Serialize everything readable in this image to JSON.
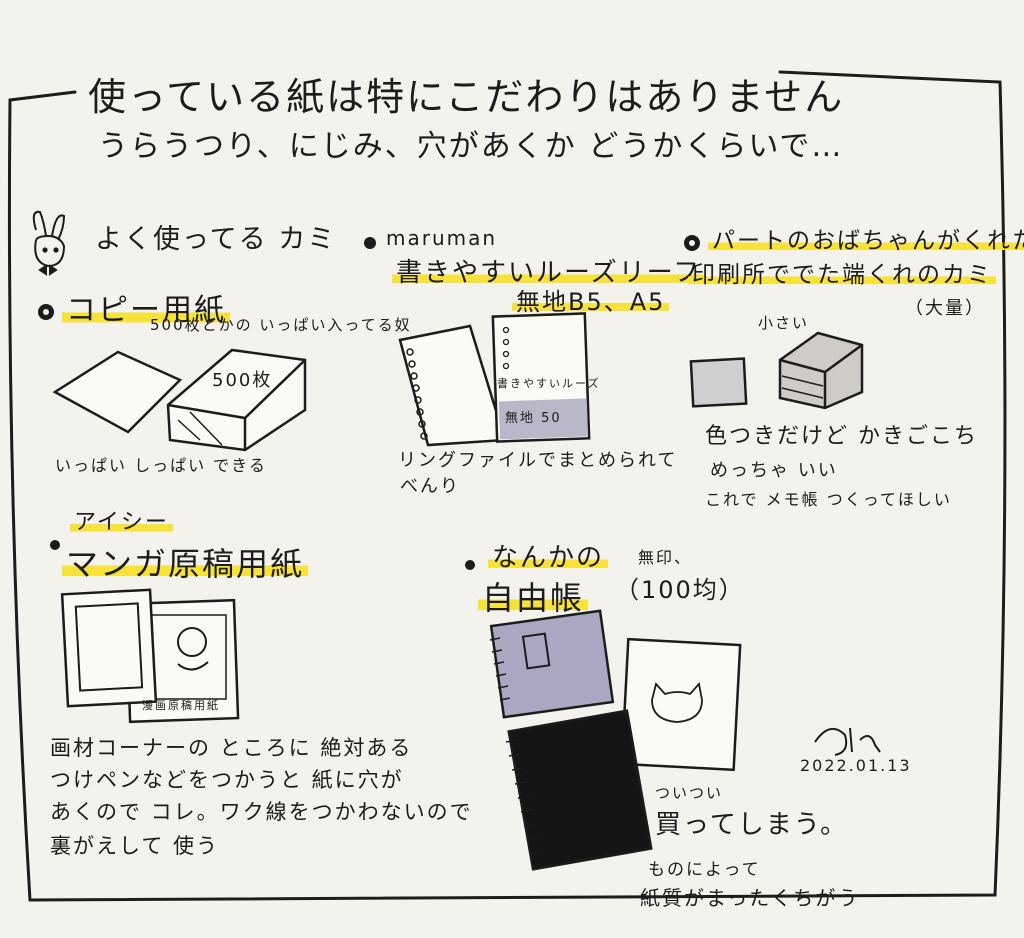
{
  "header": {
    "line1": "使っている紙は特にこだわりはありません",
    "line2": "うらうつり、にじみ、穴があくか どうかくらいで…"
  },
  "section": {
    "title": "よく使ってる カミ"
  },
  "copy_paper": {
    "title": "コピー用紙",
    "note": "500枚とかの いっぱい入ってる奴",
    "pack_label": "500枚",
    "caption": "いっぱい しっぱい できる"
  },
  "loose_leaf": {
    "brand": "maruman",
    "title": "書きやすいルーズリーフ",
    "subtitle": "無地B5、A5",
    "pack_top": "書きやすいルーズ",
    "pack_bottom": "無地 50",
    "caption1": "リングファイルでまとめられて",
    "caption2": "べんり"
  },
  "print_scrap": {
    "title1": "パートのおばちゃんがくれた",
    "title2": "印刷所ででた端くれのカミ",
    "note": "（大量）",
    "small": "小さい",
    "caption1": "色つきだけど かきごこち",
    "caption2": "めっちゃ いい",
    "caption3": "これで メモ帳 つくってほしい"
  },
  "manga_paper": {
    "brand": "アイシー",
    "title": "マンガ原稿用紙",
    "sheet_label": "漫画原稿用紙",
    "caption1": "画材コーナーの ところに 絶対ある",
    "caption2": "つけペンなどをつかうと 紙に穴が",
    "caption3": "あくので コレ。ワク線をつかわないので",
    "caption4": "裏がえして 使う"
  },
  "notebook": {
    "title1": "なんかの",
    "title2": "自由帳",
    "note1": "無印、",
    "note2": "（100均）",
    "caption1": "ついつい",
    "caption2": "買ってしまう。",
    "caption3": "ものによって",
    "caption4": "紙質がまったくちがう"
  },
  "signature": {
    "date": "2022.01.13"
  },
  "colors": {
    "highlight": "#f6e23a",
    "ink": "#1c1c1c",
    "paper": "#f4f2ec",
    "lavender": "#a9a7c2"
  }
}
